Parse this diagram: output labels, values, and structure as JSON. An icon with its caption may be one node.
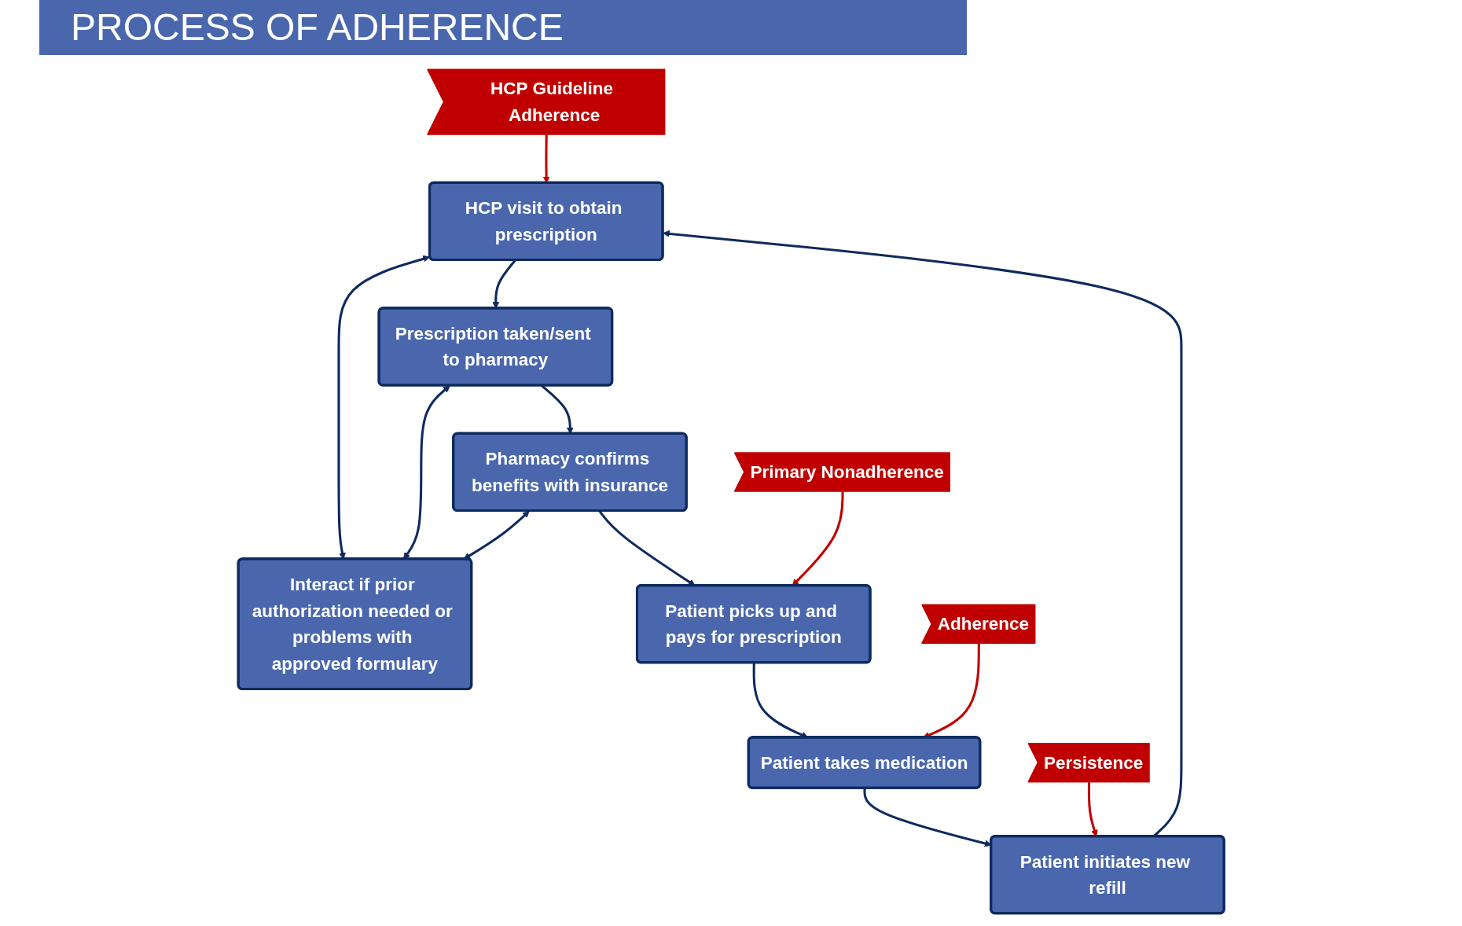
{
  "diagram": {
    "title": "PROCESS OF ADHERENCE",
    "nodes": [
      {
        "text": [
          "HCP visit to obtain prescription"
        ]
      },
      {
        "text": [
          "Interact if prior authorization needed or problems with approved formulary"
        ]
      },
      {
        "text": [
          "Prescription taken/sent to pharmacy"
        ]
      },
      {
        "text": [
          "Pharmacy confirms benefits with insurance"
        ]
      },
      {
        "text": [
          "Patient picks up and pays for prescription"
        ]
      },
      {
        "text": [
          "Patient takes medication"
        ]
      },
      {
        "text": [
          "Patient initiates new refill"
        ]
      },
      {
        "text": [
          "HCP Guideline Adherence"
        ]
      },
      {
        "text": [
          "Persistence"
        ]
      },
      {
        "text": [
          "Adherence"
        ]
      },
      {
        "text": [
          "Primary Nonadherence"
        ]
      }
    ],
    "edges": [
      {
        "from": 0,
        "to": 1,
        "arrow": "both"
      },
      {
        "from": 0,
        "to": 2,
        "arrow": "to"
      },
      {
        "from": 2,
        "to": 1,
        "arrow": "both"
      },
      {
        "from": 2,
        "to": 3,
        "arrow": "to"
      },
      {
        "from": 3,
        "to": 1,
        "arrow": "both"
      },
      {
        "from": 3,
        "to": 4,
        "arrow": "to"
      },
      {
        "from": 4,
        "to": 5,
        "arrow": "to"
      },
      {
        "from": 5,
        "to": 6,
        "arrow": "to"
      },
      {
        "from": 6,
        "to": 0,
        "arrow": "to"
      },
      {
        "from": 7,
        "to": 0,
        "arrow": "to",
        "color": "#c00000"
      },
      {
        "from": 8,
        "to": 6,
        "arrow": "to",
        "color": "#c00000"
      },
      {
        "from": 9,
        "to": 5,
        "arrow": "to",
        "color": "#c00000"
      },
      {
        "from": 10,
        "to": 4,
        "arrow": "to",
        "color": "#c00000"
      }
    ]
  }
}
